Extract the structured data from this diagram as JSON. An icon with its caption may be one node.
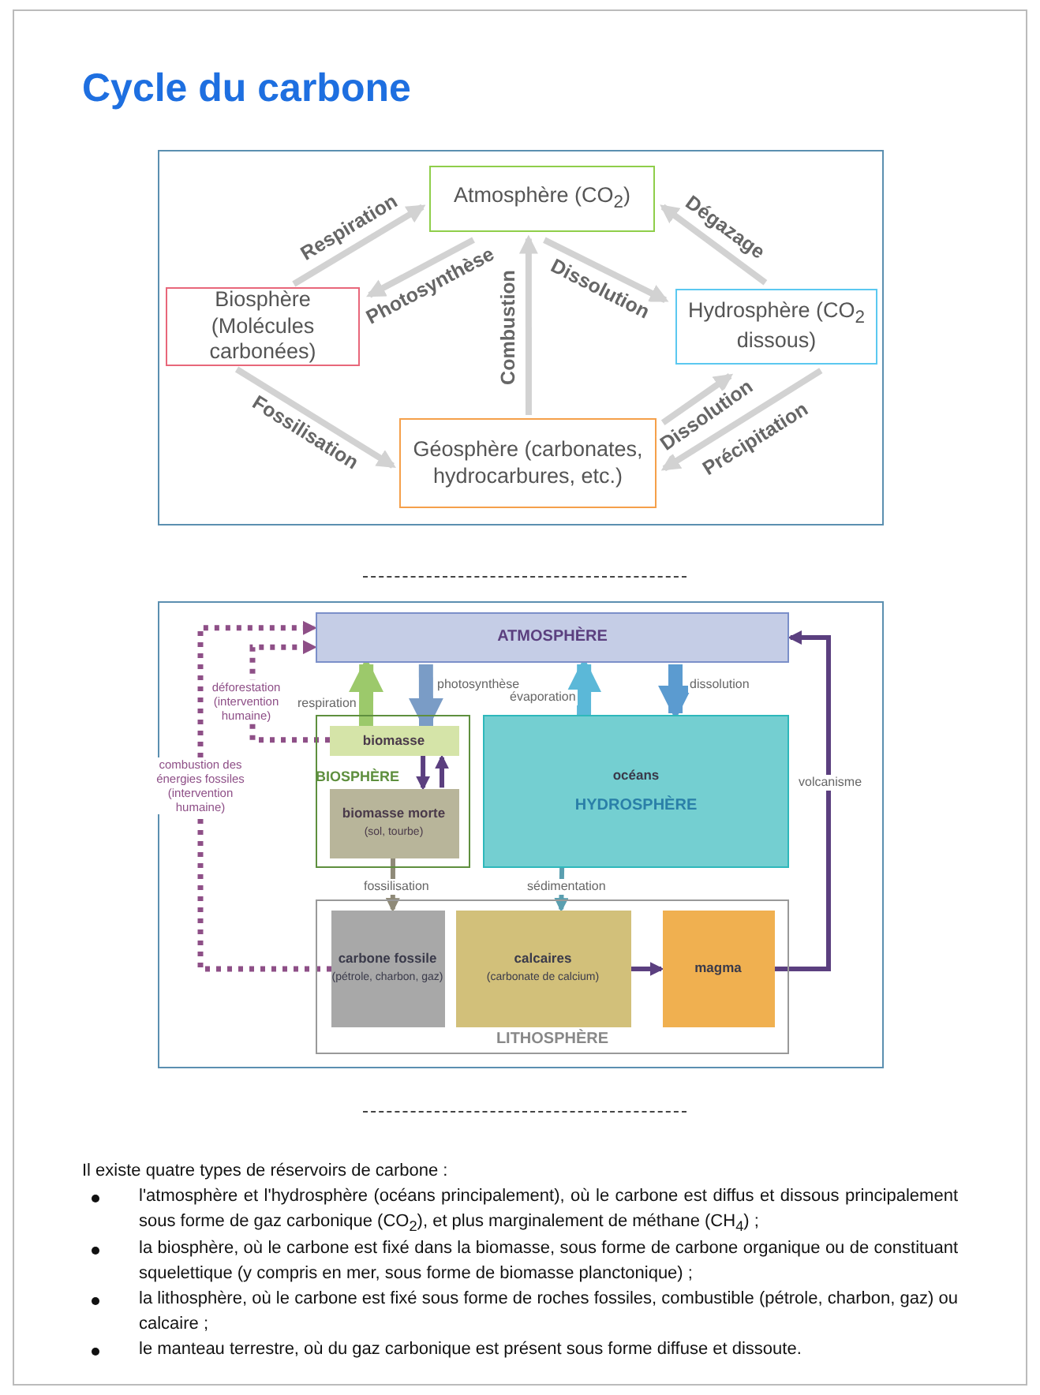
{
  "diagram": {
    "title": "Cycle du carbone",
    "nodes": [
      {
        "text": [
          "Atmosphère (CO$_{2}$)"
        ]
      },
      {
        "text": [
          "Biosphère (Molécules carbonées)"
        ]
      },
      {
        "text": [
          "Hydrosphère (CO$_{2}$ dissous)"
        ]
      },
      {
        "text": [
          "Géosphère (carbonates, hydrocarbures, etc.)"
        ]
      },
      {
        "text": [
          "ATMOSPHÈRE"
        ]
      },
      {
        "text": [
          "BIOSPHÈRE"
        ]
      },
      {
        "text": [
          "biomasse"
        ],
        "in": 5
      },
      {
        "text": [
          "biomasse morte",
          "(sol, tourbe)"
        ],
        "in": 5
      },
      {
        "text": [
          "océans",
          "HYDROSPHÈRE"
        ]
      },
      {
        "text": [
          "LITHOSPHÈRE"
        ]
      },
      {
        "text": [
          "carbone fossile",
          "(pétrole, charbon, gaz)"
        ],
        "in": 9
      },
      {
        "text": [
          "calcaires",
          "(carbonate de calcium)"
        ],
        "in": 9
      },
      {
        "text": [
          "magma"
        ],
        "in": 9
      }
    ],
    "edges": [
      {
        "from": 1,
        "to": 0,
        "arrow": "to",
        "label": "Respiration"
      },
      {
        "from": 0,
        "to": 1,
        "arrow": "to",
        "label": "Photosynthèse"
      },
      {
        "from": 0,
        "to": 2,
        "arrow": "to",
        "label": "Dissolution"
      },
      {
        "from": 2,
        "to": 0,
        "arrow": "to",
        "label": "Dégazage"
      },
      {
        "from": 3,
        "to": 0,
        "arrow": "to",
        "label": "Combustion"
      },
      {
        "from": 1,
        "to": 3,
        "arrow": "to",
        "label": "Fossilisation"
      },
      {
        "from": 3,
        "to": 2,
        "arrow": "to",
        "label": "Dissolution"
      },
      {
        "from": 2,
        "to": 3,
        "arrow": "to",
        "label": "Précipitation"
      },
      {
        "from": 6,
        "to": 4,
        "arrow": "to",
        "label": "respiration",
        "style": "thick",
        "color": "#9cc96b"
      },
      {
        "from": 4,
        "to": 6,
        "arrow": "to",
        "label": "photosynthèse",
        "style": "thick",
        "color": "#7a9cc6"
      },
      {
        "from": 6,
        "to": 4,
        "arrow": "to",
        "label": "déforestation (intervention humaine)",
        "style": "dashed",
        "color": "#8e4f87"
      },
      {
        "from": 6,
        "to": 7,
        "arrow": "to",
        "color": "#5b3f7f"
      },
      {
        "from": 7,
        "to": 6,
        "arrow": "to",
        "color": "#5b3f7f"
      },
      {
        "from": 8,
        "to": 4,
        "arrow": "to",
        "label": "évaporation",
        "style": "thick",
        "color": "#5bb8d8"
      },
      {
        "from": 4,
        "to": 8,
        "arrow": "to",
        "label": "dissolution",
        "style": "thick",
        "color": "#5b9bd0"
      },
      {
        "from": 7,
        "to": 10,
        "arrow": "to",
        "label": "fossilisation",
        "color": "#8f8a78"
      },
      {
        "from": 8,
        "to": 11,
        "arrow": "to",
        "label": "sédimentation",
        "color": "#5a9fb0"
      },
      {
        "from": 10,
        "to": 4,
        "arrow": "to",
        "label": "combustion des énergies fossiles (intervention humaine)",
        "style": "dashed",
        "color": "#8e4f87"
      },
      {
        "from": 11,
        "to": 12,
        "arrow": "to",
        "color": "#5b3f7f"
      },
      {
        "from": 12,
        "to": 4,
        "arrow": "to",
        "label": "volcanisme",
        "color": "#5b3f7f"
      }
    ],
    "labels": [
      "Il existe quatre types de réservoirs de carbone :",
      "l'atmosphère et l'hydrosphère (océans principalement), où le carbone est diffus et dissous principalement sous forme de gaz carbonique (CO$_{2}$), et plus marginalement de méthane (CH$_{4}$) ;",
      "la biosphère, où le carbone est fixé dans la biomasse, sous forme de carbone organique ou de constituant squelettique (y compris en mer, sous forme de biomasse planctonique) ;",
      "la lithosphère, où le carbone est fixé sous forme de roches fossiles, combustible (pétrole, charbon, gaz) ou calcaire ;",
      "le manteau terrestre, où du gaz carbonique est présent sous forme diffuse et dissoute."
    ]
  }
}
